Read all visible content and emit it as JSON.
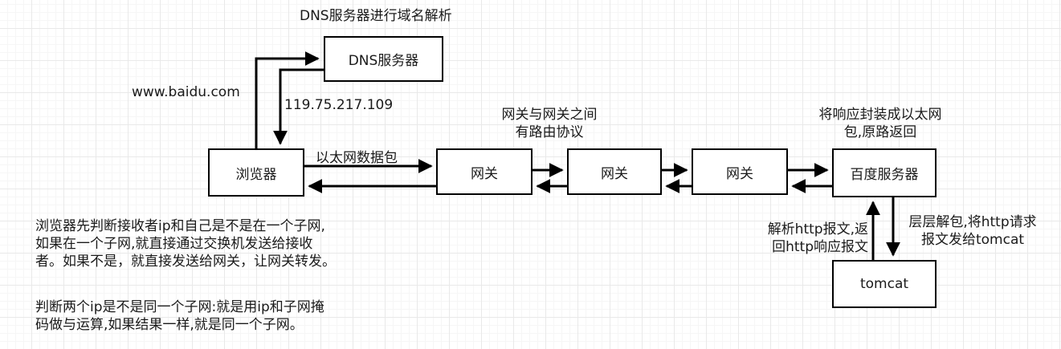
{
  "nodes": {
    "dns": "DNS服务器",
    "browser": "浏览器",
    "gateway1": "网关",
    "gateway2": "网关",
    "gateway3": "网关",
    "baidu_server": "百度服务器",
    "tomcat": "tomcat"
  },
  "labels": {
    "dns_title": "DNS服务器进行域名解析",
    "domain": "www.baidu.com",
    "ip": "119.75.217.109",
    "ethernet_packet": "以太网数据包",
    "routing_line1": "网关与网关之间",
    "routing_line2": "有路由协议",
    "encapsulate_line1": "将响应封装成以太网",
    "encapsulate_line2": "包,原路返回",
    "parse_line1": "解析http报文,返",
    "parse_line2": "回http响应报文",
    "unpack_line1": "层层解包,将http请求",
    "unpack_line2": "报文发给tomcat"
  },
  "notes": {
    "p1_line1": "浏览器先判断接收者ip和自己是不是在一个子网,",
    "p1_line2": "如果在一个子网,就直接通过交换机发送给接收",
    "p1_line3": "者。如果不是，就直接发送给网关，让网关转发。",
    "p2_line1": "判断两个ip是不是同一个子网:就是用ip和子网掩",
    "p2_line2": "码做与运算,如果结果一样,就是同一个子网。"
  },
  "colors": {
    "line": "#000000",
    "text": "#1a1a1a",
    "grid": "#e9e9e9"
  }
}
